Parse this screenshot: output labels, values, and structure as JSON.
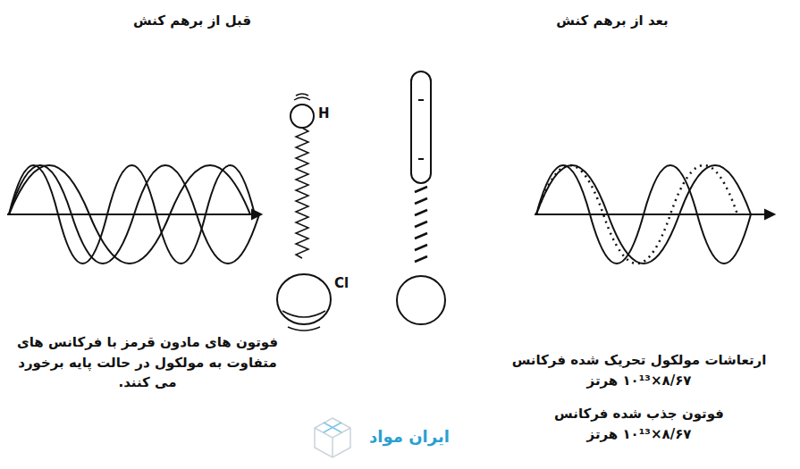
{
  "diagram": {
    "labels": [
      "قبل از برهم کنش",
      "بعد از برهم کنش",
      "H",
      "Cl",
      "فوتون های مادون قرمز با فرکانس های متفاوت به مولکول در حالت پایه برخورد می کنند.",
      "ارتعاشات مولکول تحریک شده فرکانس ۸/۶۷×۱۰¹³ هرتز",
      "فوتون جذب شده فرکانس ۸/۶۷×۱۰¹³ هرتز",
      "ایران مواد"
    ]
  }
}
